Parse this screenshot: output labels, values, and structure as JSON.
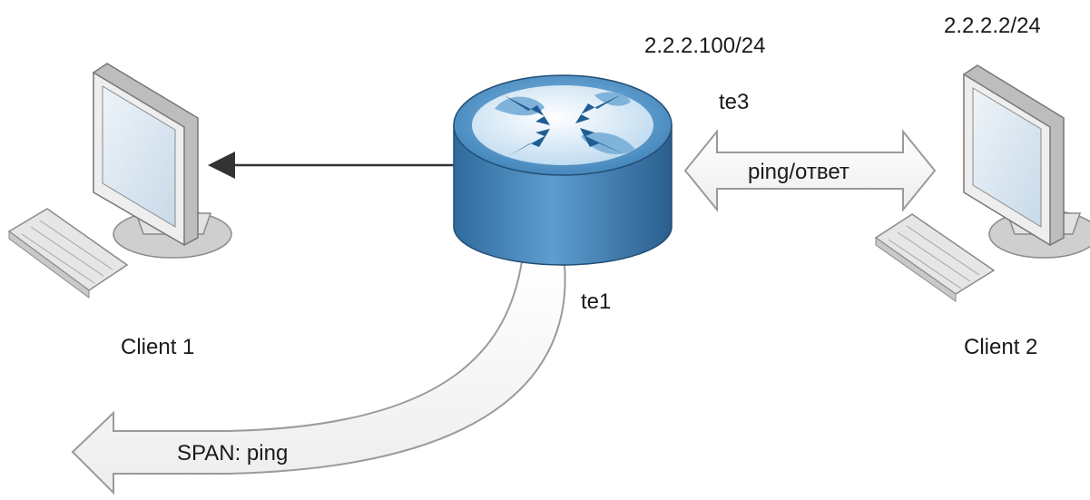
{
  "labels": {
    "router_ip": "2.2.2.100/24",
    "client2_ip": "2.2.2.2/24",
    "port_te3": "te3",
    "port_te1": "te1",
    "client1": "Client 1",
    "client2": "Client 2",
    "ping_reply": "ping/ответ",
    "span": "SPAN: ping"
  },
  "icons": {
    "client1": "desktop-computer-icon",
    "client2": "desktop-computer-icon",
    "router": "router-icon"
  },
  "colors": {
    "router_body": "#3d7fb4",
    "router_top": "#6aa8d6",
    "monitor_screen": "#dce9f3",
    "arrow_fill": "#ffffff",
    "arrow_stroke": "#9a9a9a"
  }
}
